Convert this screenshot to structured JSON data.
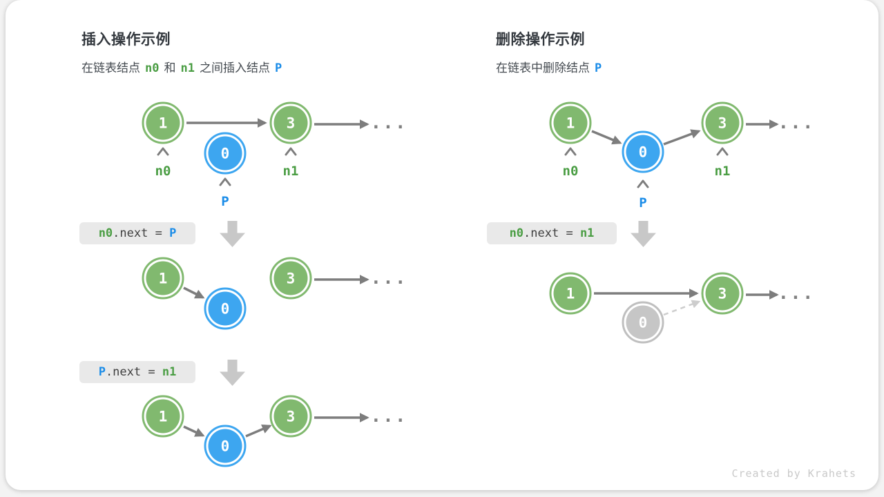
{
  "panels": {
    "insert": {
      "title": "插入操作示例",
      "subtitle": {
        "pre": "在链表结点",
        "n0": "n0",
        "mid": "和",
        "n1": "n1",
        "post": "之间插入结点",
        "p": "P"
      },
      "code1": {
        "lhs": "n0",
        "op": ".next = ",
        "rhs": "P"
      },
      "code2": {
        "lhs": "P",
        "op": ".next = ",
        "rhs": "n1"
      }
    },
    "delete": {
      "title": "删除操作示例",
      "subtitle": {
        "pre": "在链表中删除结点",
        "p": "P"
      },
      "code1": {
        "lhs": "n0",
        "op": ".next = ",
        "rhs": "n1"
      }
    }
  },
  "nodes": {
    "a": "1",
    "b": "0",
    "c": "3"
  },
  "labels": {
    "n0": "n0",
    "n1": "n1",
    "p": "P"
  },
  "ellipsis": "...",
  "footer": "Created by Krahets",
  "palette": {
    "node_green": "#81b96f",
    "node_blue": "#3da6f0",
    "node_gray": "#c6c6c6",
    "text_green": "#4a9d43",
    "text_blue": "#1a8ce8",
    "arrow_gray": "#7d7d7d",
    "dashed_gray": "#cdcdcd",
    "code_bg": "#e9e9e9",
    "block_arrow": "#c8c8c8",
    "footer_text": "#c9c9c9"
  }
}
